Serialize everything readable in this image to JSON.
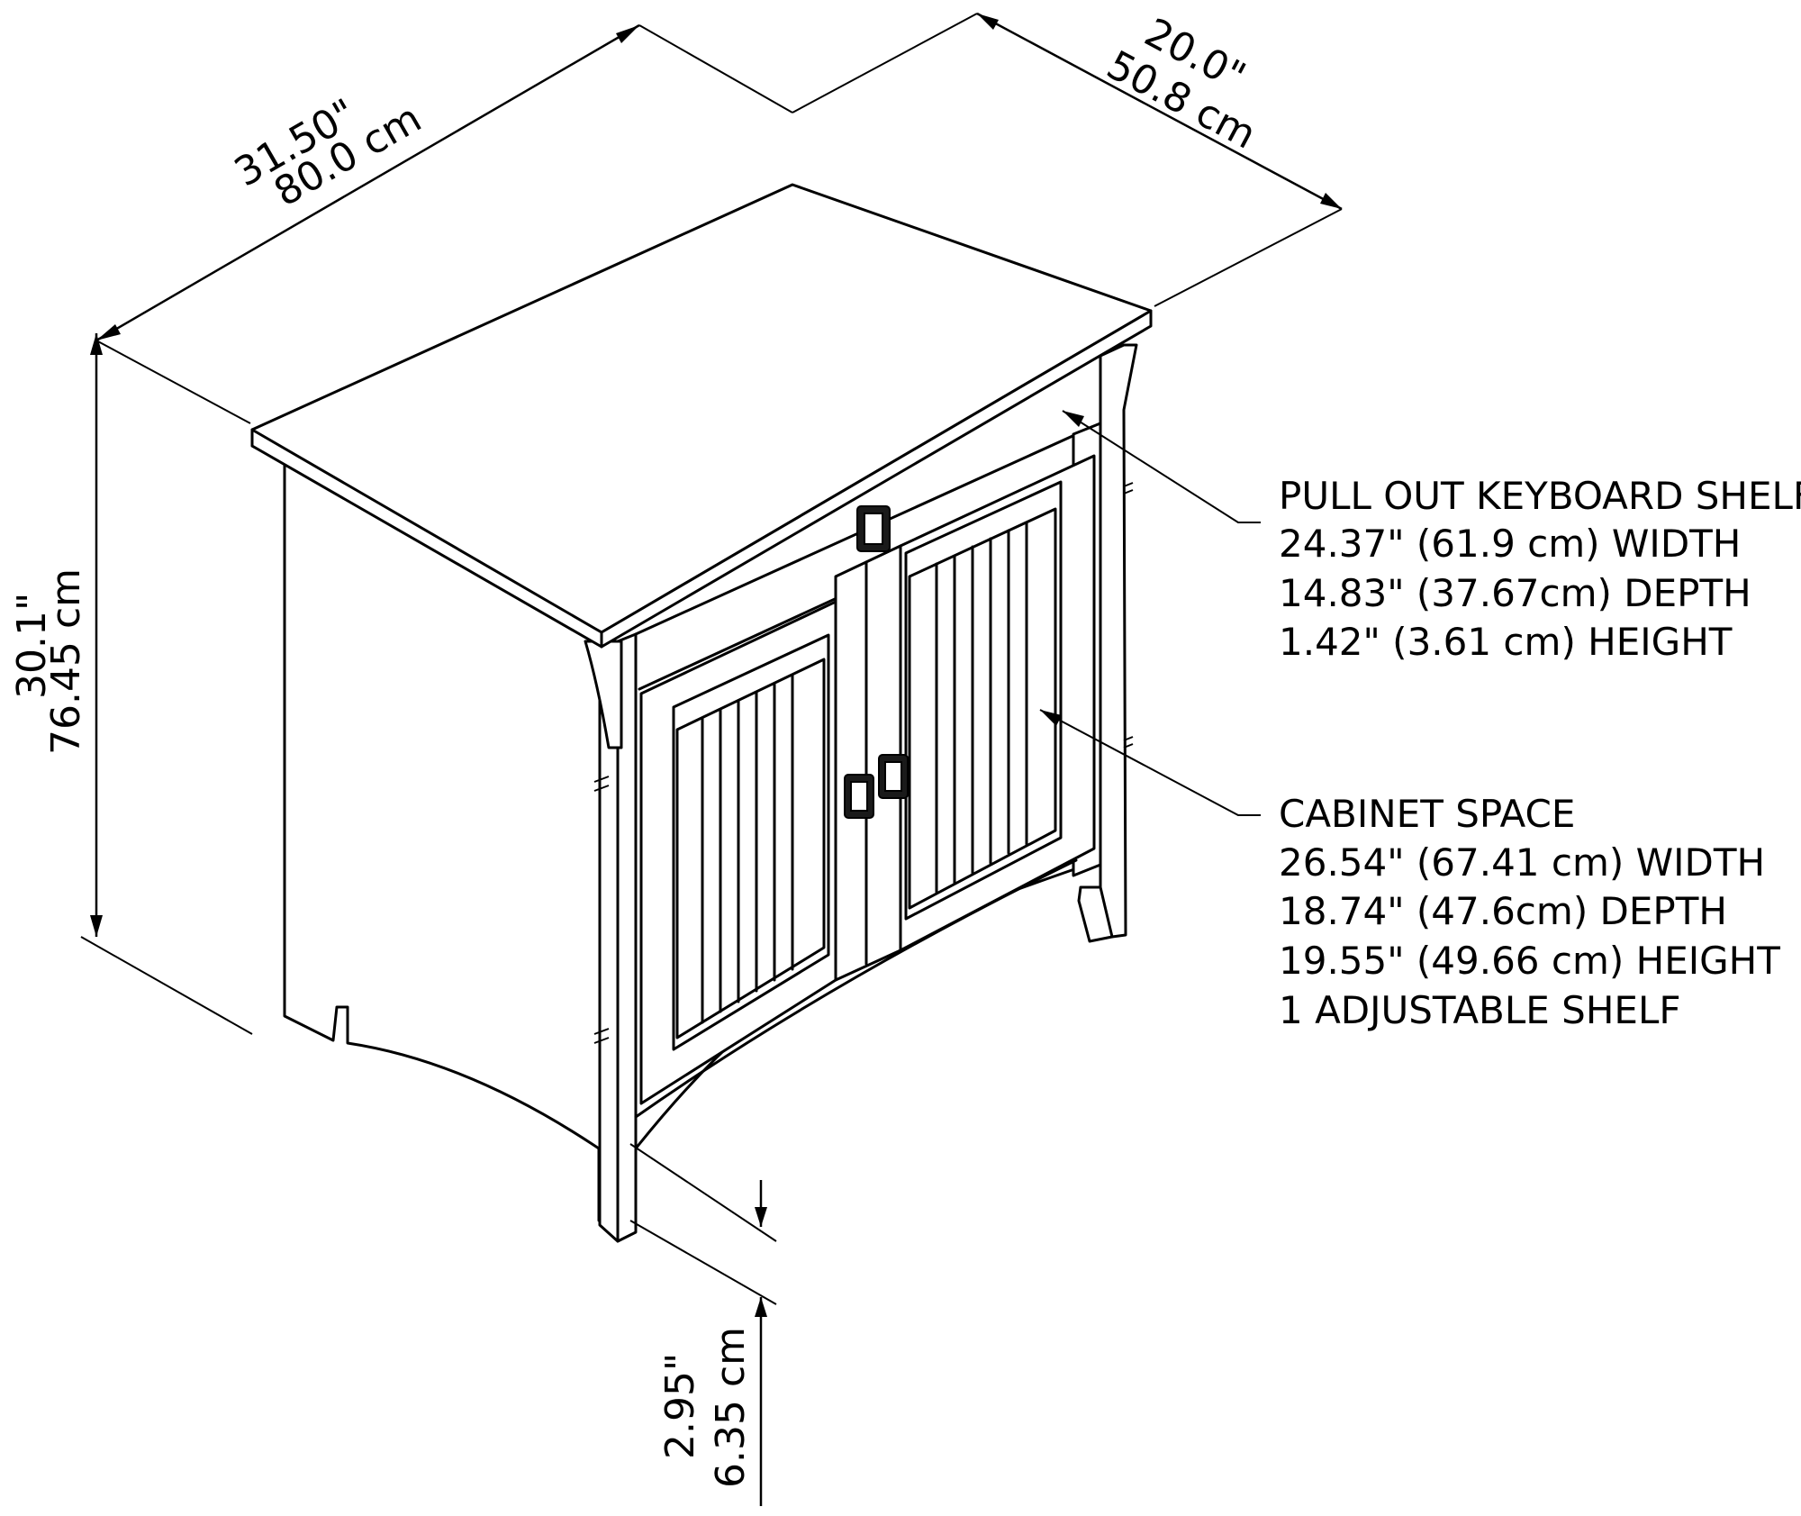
{
  "dimensions": {
    "width_in": "31.50\"",
    "width_cm": "80.0 cm",
    "depth_in": "20.0\"",
    "depth_cm": "50.8 cm",
    "height_in": "30.1\"",
    "height_cm": "76.45 cm",
    "clearance_in": "2.95\"",
    "clearance_cm": "6.35 cm"
  },
  "keyboard_shelf": {
    "title": "PULL OUT KEYBOARD SHELF",
    "width": "24.37\" (61.9 cm) WIDTH",
    "depth": "14.83\" (37.67cm) DEPTH",
    "height": "1.42\" (3.61 cm) HEIGHT"
  },
  "cabinet_space": {
    "title": "CABINET SPACE",
    "width": "26.54\" (67.41 cm) WIDTH",
    "depth": "18.74\" (47.6cm) DEPTH",
    "height": "19.55\" (49.66 cm) HEIGHT",
    "shelf": "1 ADJUSTABLE SHELF"
  }
}
